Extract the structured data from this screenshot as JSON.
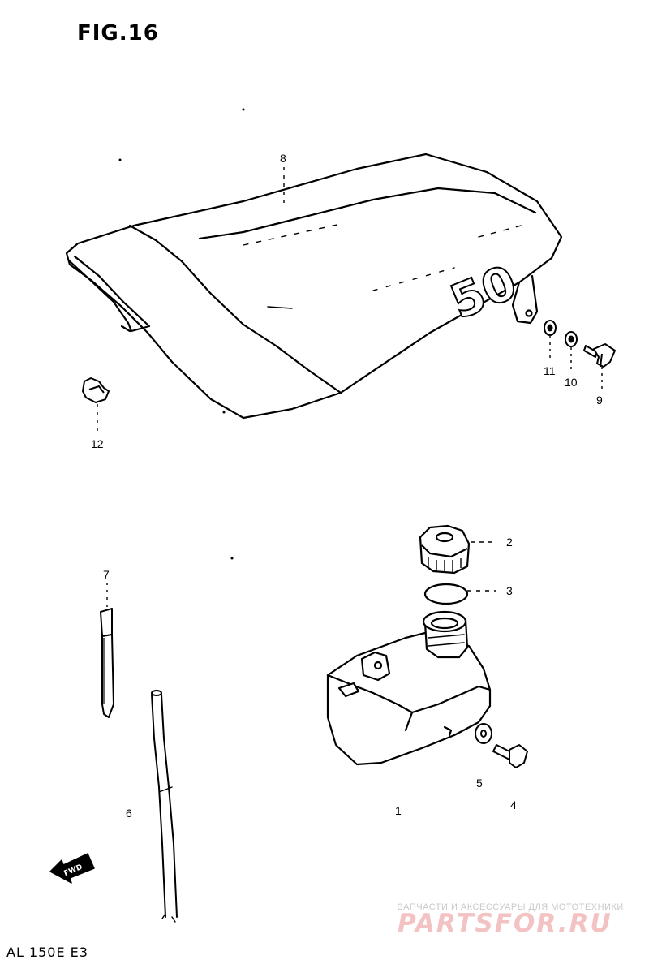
{
  "figure": {
    "title": "FIG.16",
    "model_code": "AL 150E  E3"
  },
  "callouts": [
    {
      "id": "1",
      "label": "1"
    },
    {
      "id": "2",
      "label": "2"
    },
    {
      "id": "3",
      "label": "3"
    },
    {
      "id": "4",
      "label": "4"
    },
    {
      "id": "5",
      "label": "5"
    },
    {
      "id": "6",
      "label": "6"
    },
    {
      "id": "7",
      "label": "7"
    },
    {
      "id": "8",
      "label": "8"
    },
    {
      "id": "9",
      "label": "9"
    },
    {
      "id": "10",
      "label": "10"
    },
    {
      "id": "11",
      "label": "11"
    },
    {
      "id": "12",
      "label": "12"
    }
  ],
  "seat_marking": "50",
  "fwd_arrow_text": "FWD",
  "watermark": {
    "tagline": "ЗАПЧАСТИ И АКСЕССУАРЫ ДЛЯ МОТОТЕХНИКИ",
    "logo": "PARTSFOR.RU"
  }
}
